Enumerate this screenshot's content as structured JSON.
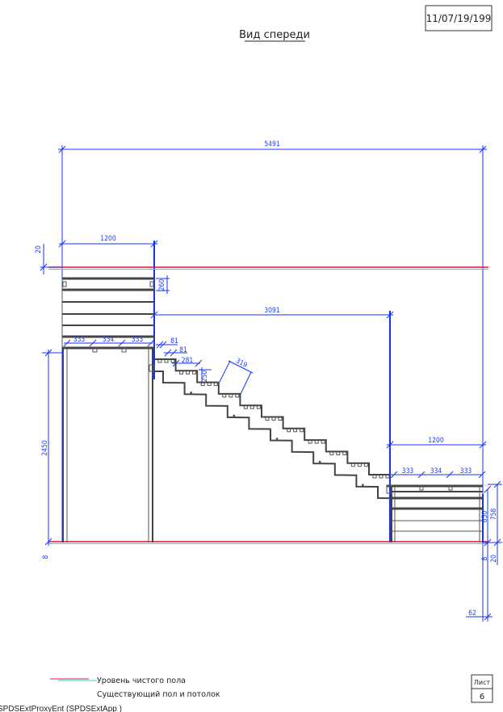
{
  "header": {
    "title": "Вид спереди",
    "code": "11/07/19/199"
  },
  "dimensions": {
    "total_width": "5491",
    "top_offset": "20",
    "upper_landing_width": "1200",
    "upper_slat": "260",
    "flight_length": "3091",
    "upper_spacing": [
      "333",
      "334",
      "333"
    ],
    "step_a": "81",
    "step_b": "81",
    "tread": "281",
    "riser": "250",
    "step_diag": "319",
    "height": "2450",
    "lower_landing_width": "1200",
    "lower_spacing": [
      "333",
      "334",
      "333"
    ],
    "lower_a": "650",
    "lower_b": "758",
    "floor_left": "8",
    "floor_right_a": "8",
    "floor_right_b": "20",
    "bottom_offset": "62"
  },
  "legend": {
    "items": [
      {
        "label": "Уровень чистого пола",
        "color_a": "#e0103a",
        "color_b": "#20d8e0"
      },
      {
        "label": "Существующий пол и потолок"
      }
    ]
  },
  "sheet": {
    "label": "Лист",
    "number": "6"
  },
  "footer_text": "SPDSExtProxyEnt (SPDSExtApp )"
}
